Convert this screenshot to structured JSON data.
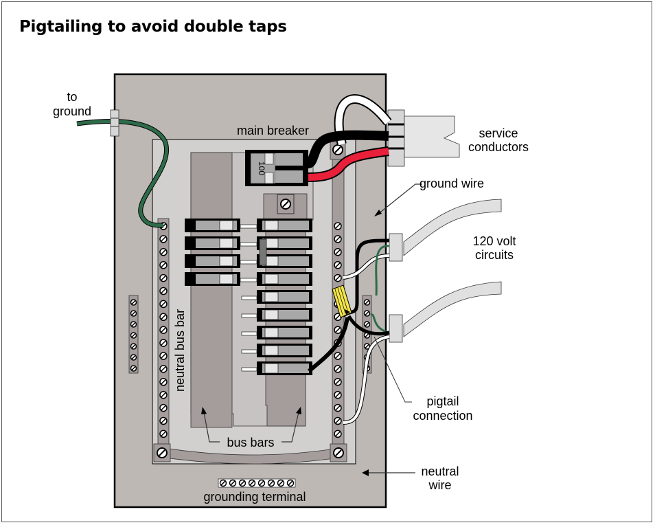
{
  "title": "Pigtailing to avoid double taps",
  "labels": {
    "to_ground_line1": "to",
    "to_ground_line2": "ground",
    "main_breaker": "main breaker",
    "breaker_rating": "100",
    "service_conductors_line1": "service",
    "service_conductors_line2": "conductors",
    "ground_wire": "ground wire",
    "circuits_line1": "120 volt",
    "circuits_line2": "circuits",
    "neutral_bus_bar": "neutral bus bar",
    "bus_bars": "bus bars",
    "pigtail_line1": "pigtail",
    "pigtail_line2": "connection",
    "neutral_wire_line1": "neutral",
    "neutral_wire_line2": "wire",
    "grounding_terminal": "grounding terminal"
  },
  "colors": {
    "panel": "#bdb8b3",
    "inner_panel": "#d2d0cf",
    "bus_bar": "#a59c9c",
    "breaker": "#000000",
    "hot_red": "#e8203a",
    "ground_green": "#2e6b4a",
    "wire_nut": "#f2e34a"
  }
}
